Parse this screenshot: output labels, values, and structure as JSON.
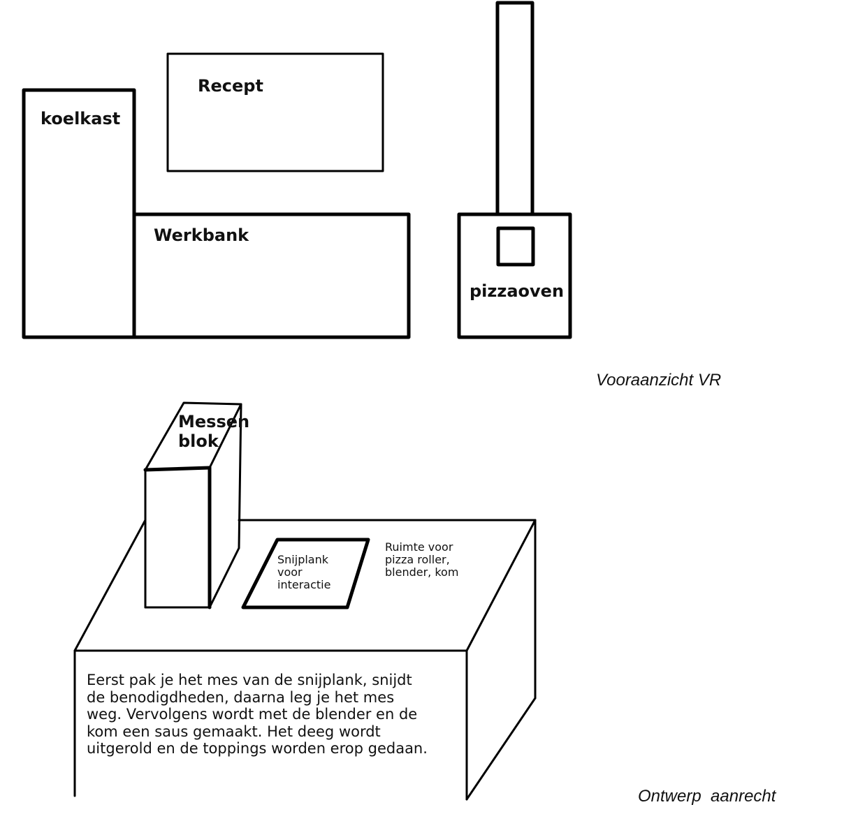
{
  "front_view": {
    "labels": {
      "koelkast": "koelkast",
      "recept": "Recept",
      "werkbank": "Werkbank",
      "pizzaoven": "pizzaoven"
    },
    "caption": "Vooraanzicht VR"
  },
  "counter_design": {
    "labels": {
      "messenblok_line1": "Messen",
      "messenblok_line2": "blok",
      "snijplank": "Snijplank voor interactie",
      "ruimte": "Ruimte voor pizza roller, blender, kom"
    },
    "description": "Eerst pak je het mes van de snijplank, snijdt de benodigdheden, daarna leg je het mes weg. Vervolgens wordt met de blender en de kom een saus gemaakt. Het deeg wordt uitgerold en de toppings worden erop gedaan.",
    "caption": "Ontwerp  aanrecht"
  }
}
